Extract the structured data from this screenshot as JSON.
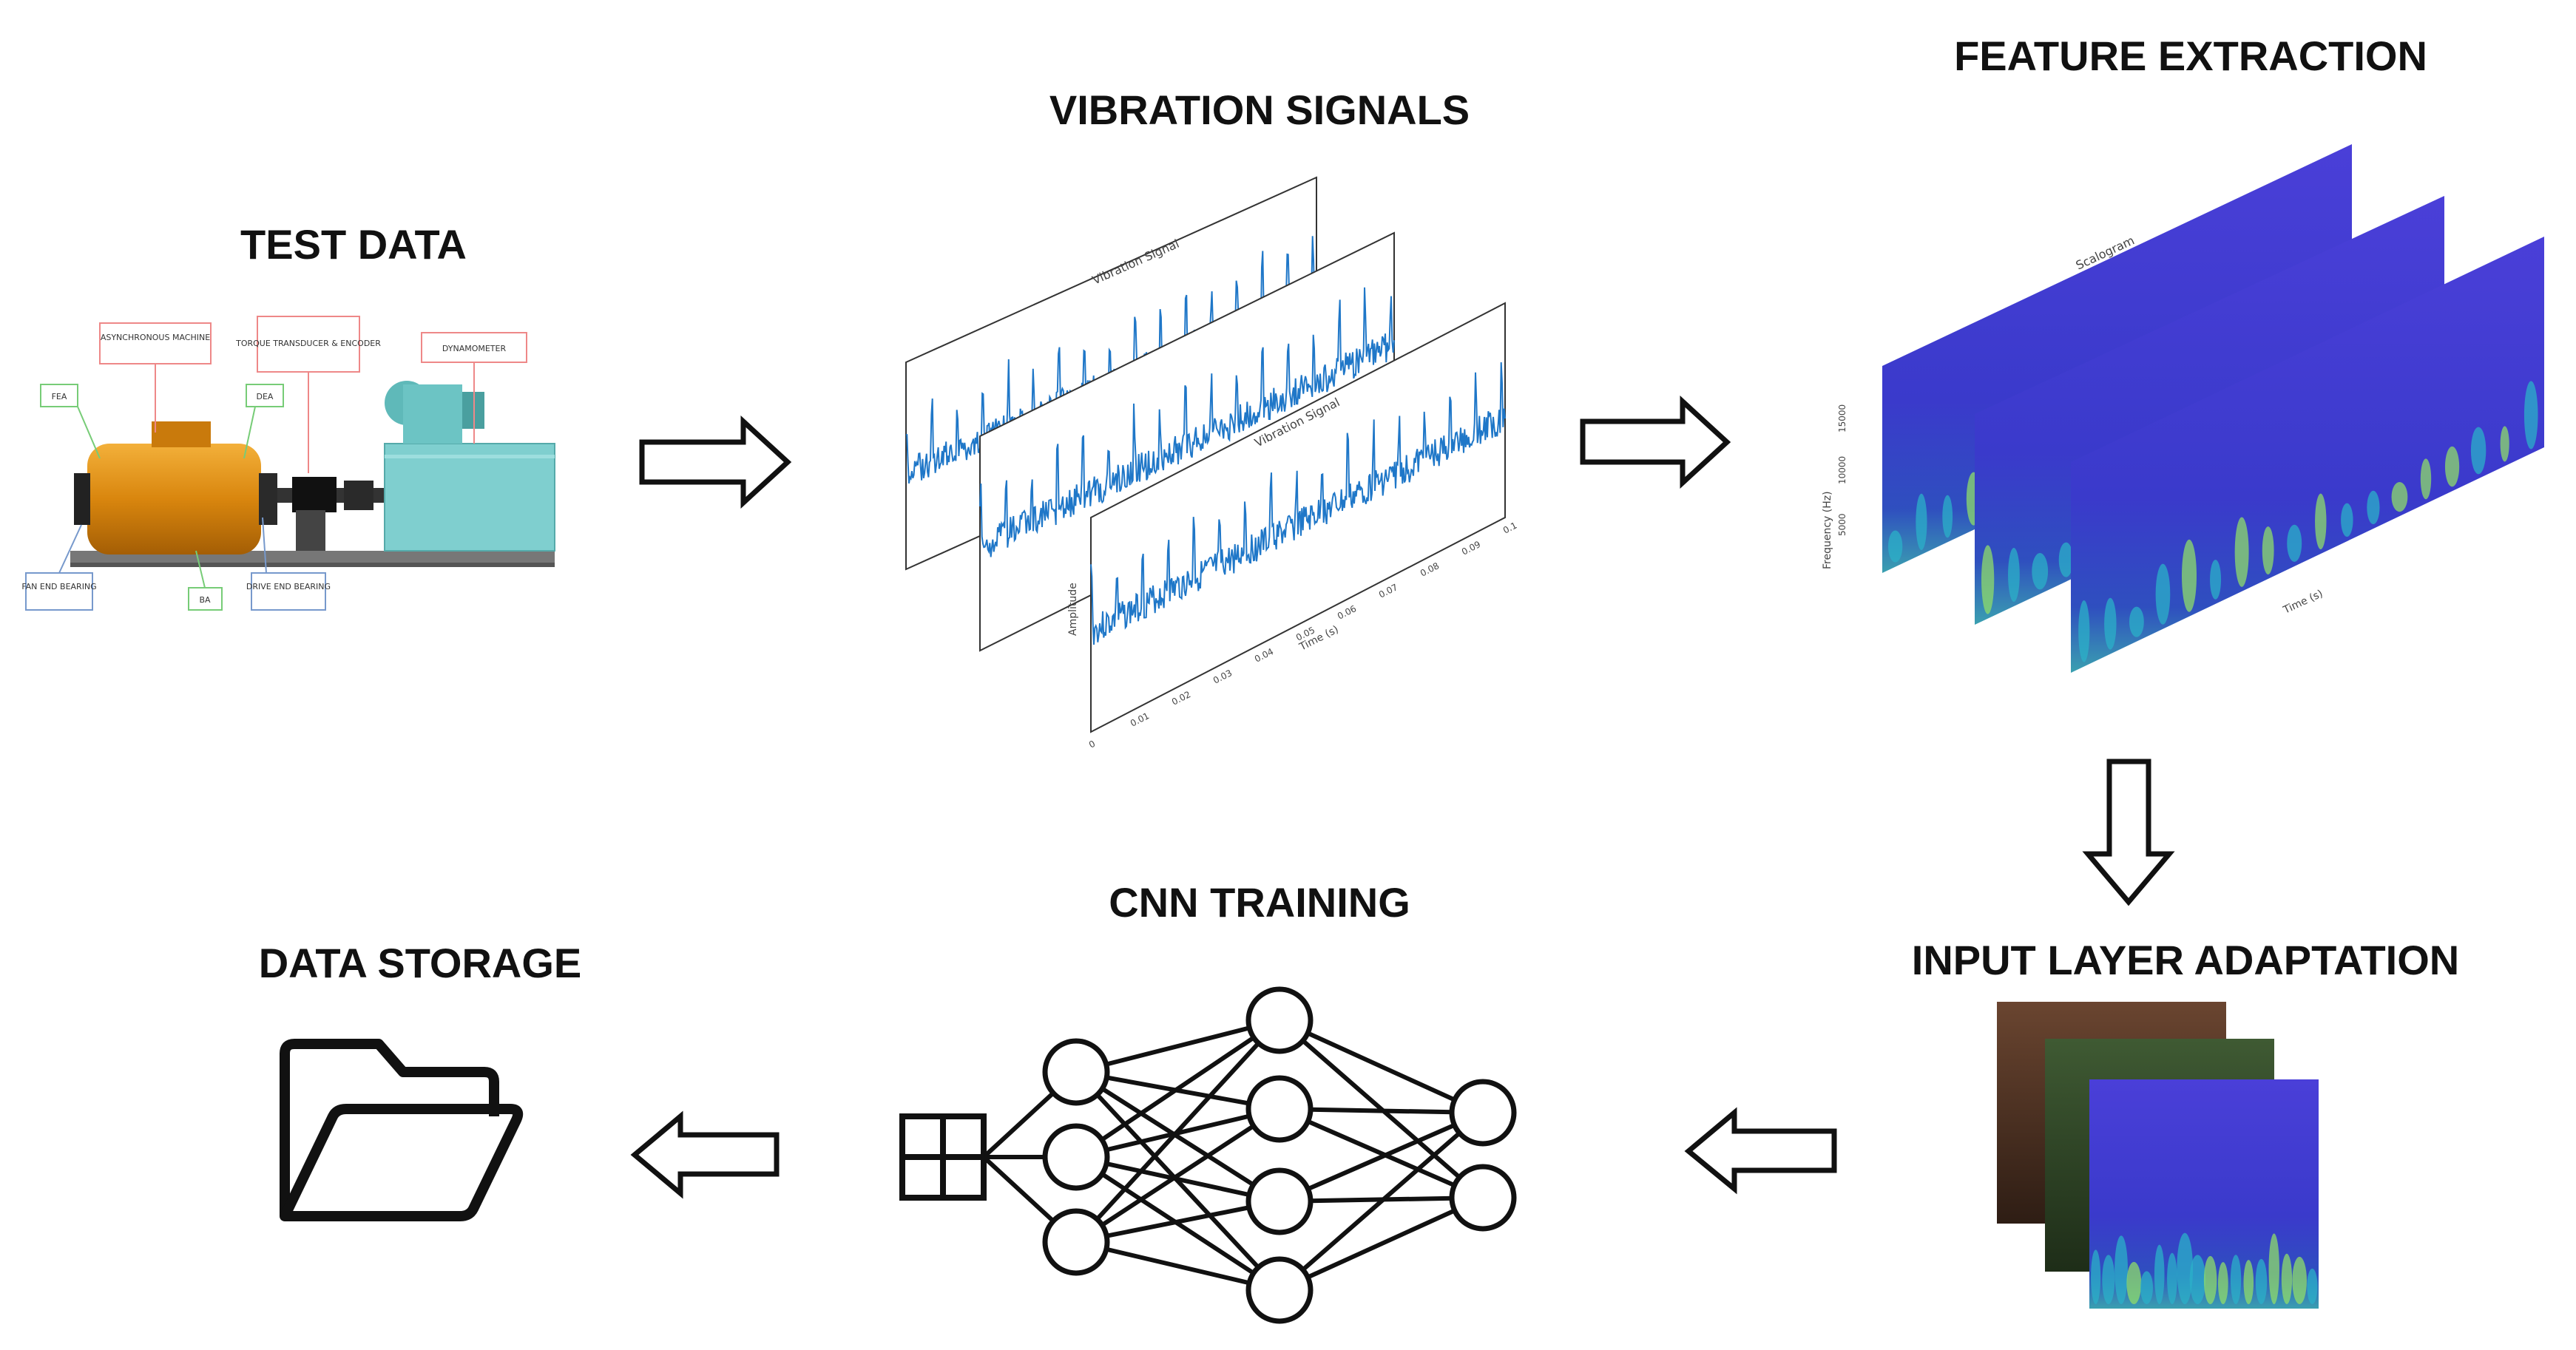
{
  "titles": {
    "test_data": "TEST DATA",
    "vibration_signals": "VIBRATION SIGNALS",
    "feature_extraction": "FEATURE EXTRACTION",
    "input_layer_adaptation": "INPUT LAYER ADAPTATION",
    "cnn_training": "CNN TRAINING",
    "data_storage": "DATA STORAGE"
  },
  "test_rig_labels": {
    "asynchronous_machine": "ASYNCHRONOUS MACHINE",
    "torque_transducer": "TORQUE TRANSDUCER & ENCODER",
    "dynamometer": "DYNAMOMETER",
    "fea": "FEA",
    "dea": "DEA",
    "ba": "BA",
    "fan_end_bearing": "FAN END BEARING",
    "drive_end_bearing": "DRIVE END BEARING"
  },
  "vibration_plot_text": {
    "title": "Vibration Signal",
    "ylabel": "Amplitude",
    "xlabel": "Time (s)",
    "xticks": [
      "0",
      "0.01",
      "0.02",
      "0.03",
      "0.04",
      "0.05",
      "0.06",
      "0.07",
      "0.08",
      "0.09",
      "0.1"
    ]
  },
  "scalogram_text": {
    "title": "Scalogram",
    "ylabel": "Frequency (Hz)",
    "xlabel": "Time (s)",
    "yticks": [
      "15000",
      "10000",
      "5000"
    ]
  },
  "colors": {
    "arrow_stroke": "#111111",
    "signal_blue": "#1f77c8",
    "scalogram_bg": "#3b3bd0",
    "motor_orange": "#e08a10",
    "dyno_teal": "#6fc7c7"
  },
  "icons": [
    "folder-icon",
    "neural-network-icon",
    "input-grid-icon"
  ]
}
